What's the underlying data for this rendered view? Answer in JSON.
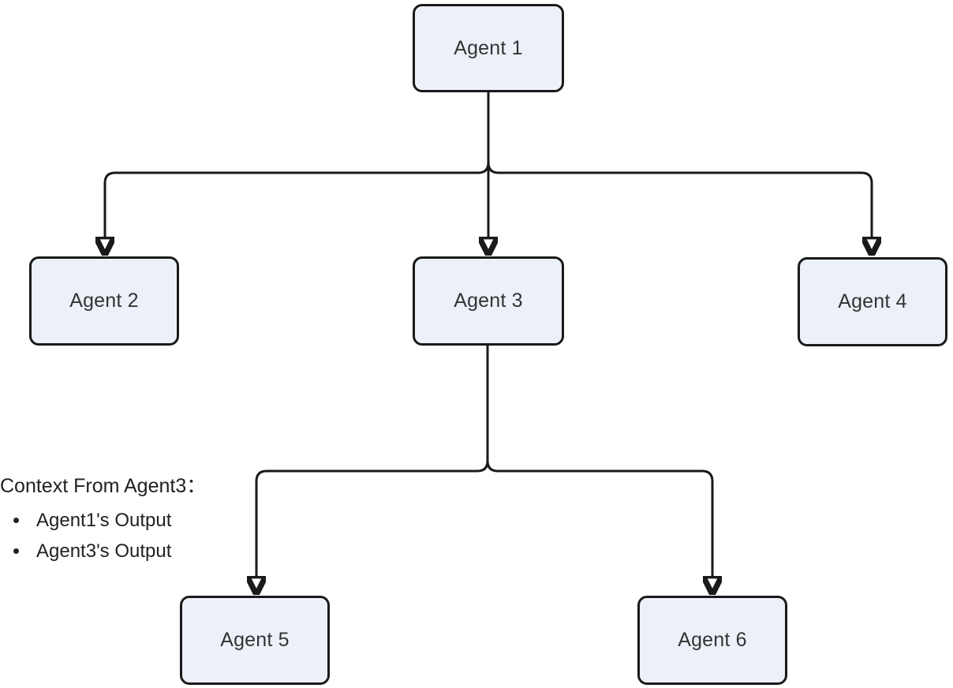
{
  "diagram": {
    "type": "flowchart",
    "colors": {
      "background": "#ffffff",
      "node_fill": "#ecf1f9",
      "node_border": "#1a1a1a",
      "node_text": "#333333",
      "edge": "#1a1a1a",
      "annotation_text": "#222222"
    },
    "nodes": [
      {
        "id": "agent1",
        "label": "Agent 1"
      },
      {
        "id": "agent2",
        "label": "Agent 2"
      },
      {
        "id": "agent3",
        "label": "Agent 3"
      },
      {
        "id": "agent4",
        "label": "Agent 4"
      },
      {
        "id": "agent5",
        "label": "Agent 5"
      },
      {
        "id": "agent6",
        "label": "Agent 6"
      }
    ],
    "edges": [
      {
        "from": "agent1",
        "to": "agent2"
      },
      {
        "from": "agent1",
        "to": "agent3"
      },
      {
        "from": "agent1",
        "to": "agent4"
      },
      {
        "from": "agent3",
        "to": "agent5"
      },
      {
        "from": "agent3",
        "to": "agent6"
      }
    ],
    "annotation": {
      "title": "Context From Agent3：",
      "items": [
        "Agent1's Output",
        "Agent3's Output"
      ]
    }
  }
}
